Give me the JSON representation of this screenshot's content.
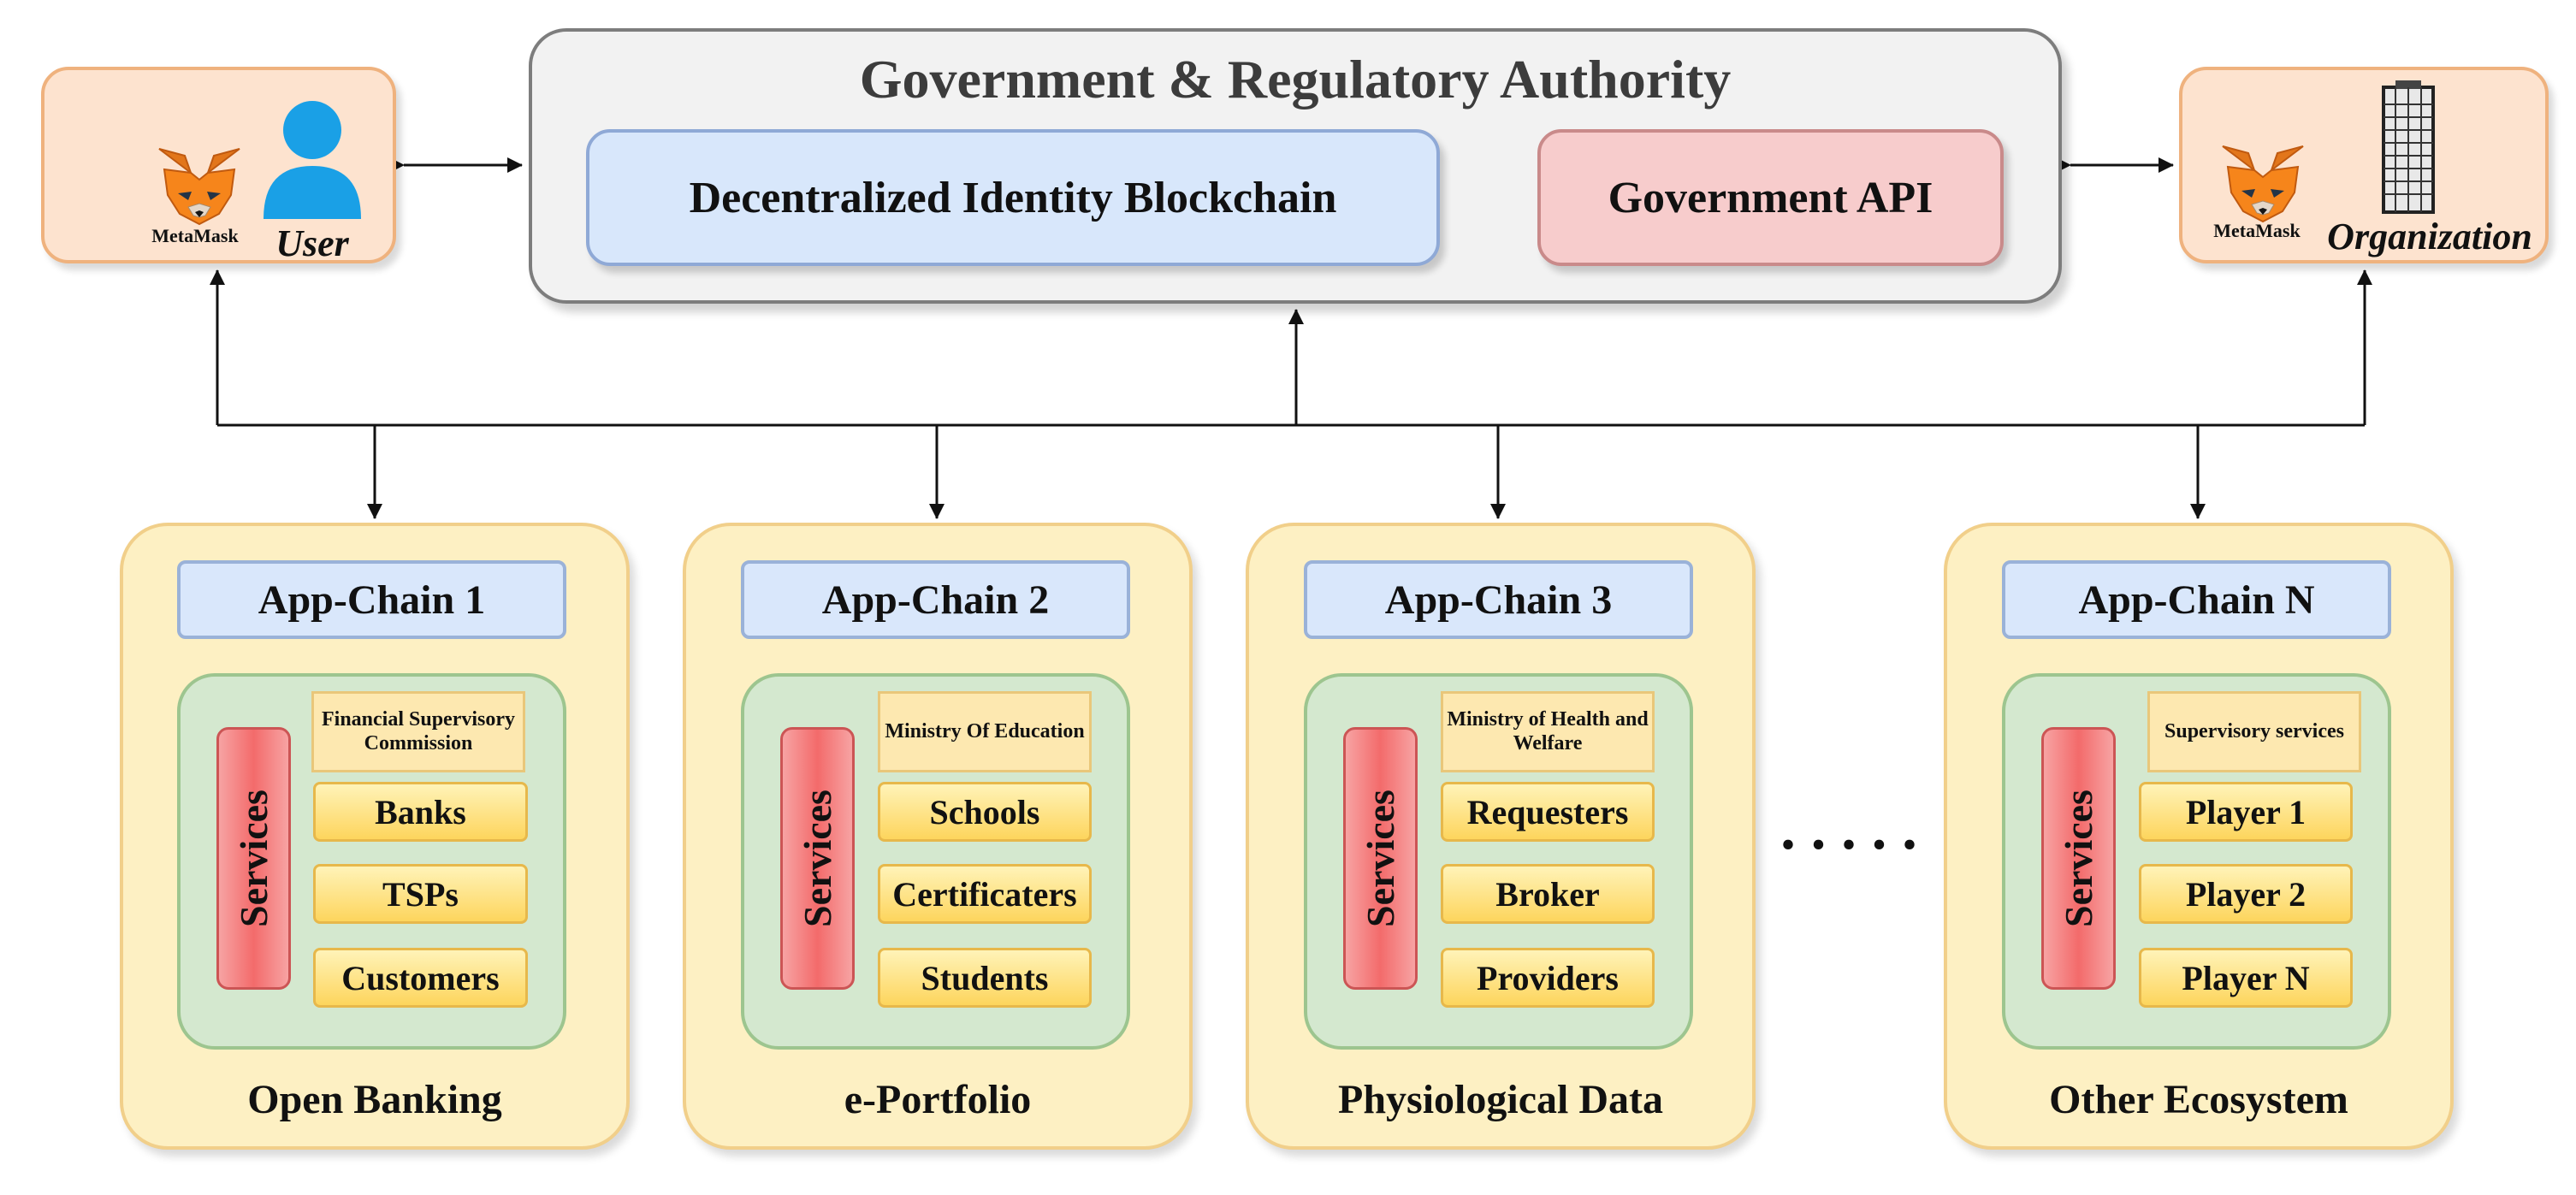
{
  "authority": {
    "title": "Government & Regulatory Authority",
    "blockchain": "Decentralized Identity Blockchain",
    "api": "Government API"
  },
  "user": {
    "wallet": "MetaMask",
    "label": "User"
  },
  "organization": {
    "wallet": "MetaMask",
    "label": "Organization"
  },
  "ecosystems": [
    {
      "chain": "App-Chain 1",
      "services": "Services",
      "supervisor": "Financial Supervisory Commission",
      "items": [
        "Banks",
        "TSPs",
        "Customers"
      ],
      "label": "Open Banking"
    },
    {
      "chain": "App-Chain 2",
      "services": "Services",
      "supervisor": "Ministry Of Education",
      "items": [
        "Schools",
        "Certificaters",
        "Students"
      ],
      "label": "e-Portfolio"
    },
    {
      "chain": "App-Chain 3",
      "services": "Services",
      "supervisor": "Ministry of Health and Welfare",
      "items": [
        "Requesters",
        "Broker",
        "Providers"
      ],
      "label": "Physiological Data"
    },
    {
      "chain": "App-Chain N",
      "services": "Services",
      "supervisor": "Supervisory services",
      "items": [
        "Player 1",
        "Player 2",
        "Player N"
      ],
      "label": "Other Ecosystem"
    }
  ],
  "ellipsis": ".....",
  "colors": {
    "authority_bg": "#f2f2f2",
    "blockchain_bg": "#d8e7fb",
    "api_bg": "#f7cccc",
    "peer_bg": "#fde3cf",
    "ecosystem_bg": "#fdf0c3",
    "inner_bg": "#d4e8cf",
    "services_bg": "#f36b6b",
    "item_bg": "#fdd55d"
  },
  "icons": [
    "metamask-fox-icon",
    "user-person-icon",
    "organization-building-icon",
    "arrow-icon"
  ]
}
